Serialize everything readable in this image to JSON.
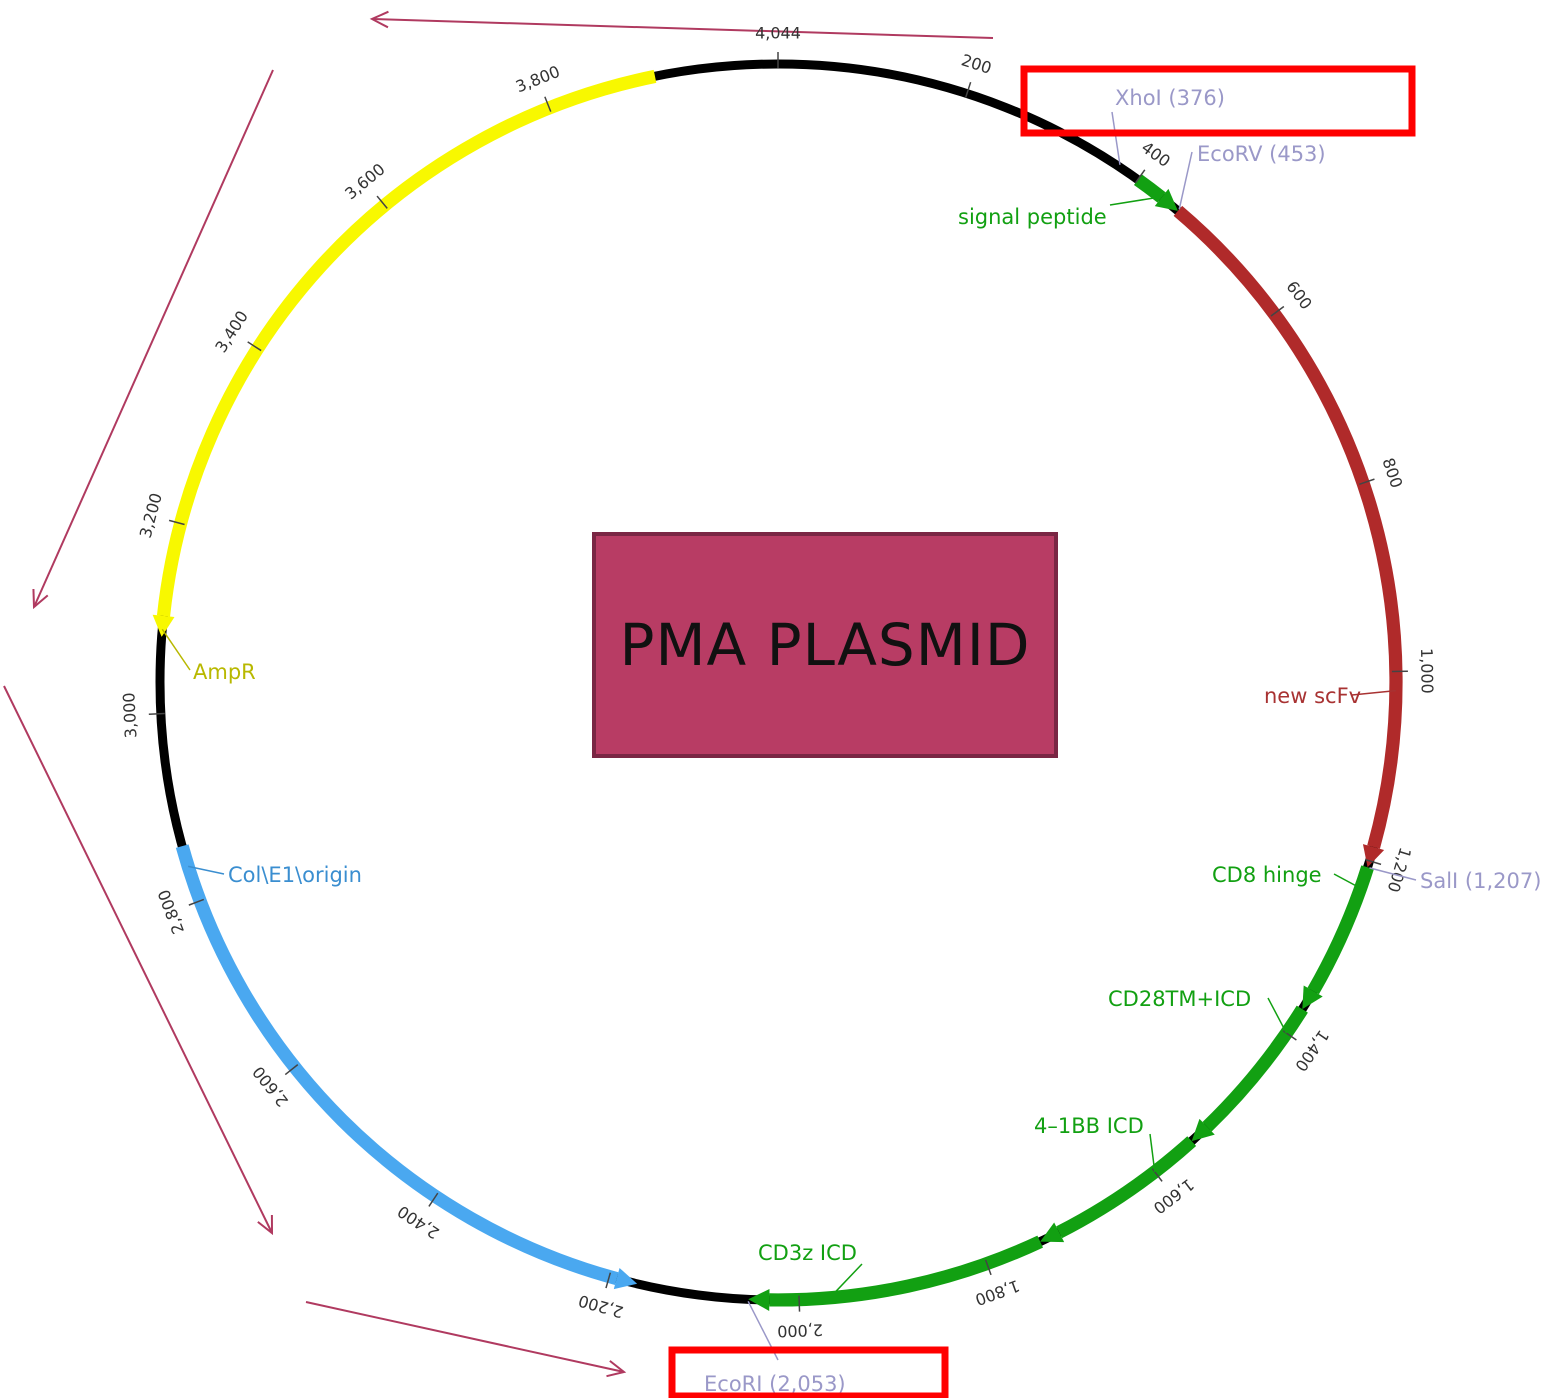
{
  "plasmid": {
    "title": "PMA PLASMID",
    "length": 4044,
    "backbone_color": "#000000",
    "features": [
      {
        "name": "signal peptide",
        "start": 400,
        "end": 453,
        "color": "#12a012",
        "direction": "forward"
      },
      {
        "name": "new scFv",
        "start": 453,
        "end": 1207,
        "color": "#b02a2a",
        "direction": "forward"
      },
      {
        "name": "CD8 hinge",
        "start": 1207,
        "end": 1370,
        "color": "#12a012",
        "direction": "forward"
      },
      {
        "name": "CD28TM+ICD",
        "start": 1370,
        "end": 1550,
        "color": "#12a012",
        "direction": "forward"
      },
      {
        "name": "4-1BB ICD",
        "start": 1550,
        "end": 1740,
        "color": "#12a012",
        "direction": "forward"
      },
      {
        "name": "CD3z ICD",
        "start": 1740,
        "end": 2053,
        "color": "#12a012",
        "direction": "forward"
      },
      {
        "name": "Col\\E1\\origin",
        "start": 2170,
        "end": 2860,
        "color": "#4aa8f0",
        "direction": "reverse"
      },
      {
        "name": "AmpR",
        "start": 3080,
        "end": 3915,
        "color": "#f8f800",
        "direction": "reverse"
      }
    ],
    "feature_labels": [
      {
        "name": "signal peptide",
        "color": "#12a012"
      },
      {
        "name": "new scFv",
        "color": "#a83232"
      },
      {
        "name": "CD8 hinge",
        "color": "#12a012"
      },
      {
        "name": "CD28TM+ICD",
        "color": "#12a012"
      },
      {
        "name": "4–1BB ICD",
        "color": "#12a012"
      },
      {
        "name": "CD3z ICD",
        "color": "#12a012"
      },
      {
        "name": "Col\\E1\\origin",
        "color": "#3a8ed0"
      },
      {
        "name": "AmpR",
        "color": "#b8b800"
      }
    ],
    "sites": [
      {
        "label": "XhoI (376)",
        "position": 376
      },
      {
        "label": "EcoRV (453)",
        "position": 453
      },
      {
        "label": "SalI (1,207)",
        "position": 1207
      },
      {
        "label": "EcoRI (2,053)",
        "position": 2053
      }
    ],
    "ticks": [
      {
        "position": 4044,
        "label": "4,044"
      },
      {
        "position": 200,
        "label": "200"
      },
      {
        "position": 400,
        "label": "400"
      },
      {
        "position": 600,
        "label": "600"
      },
      {
        "position": 800,
        "label": "800"
      },
      {
        "position": 1000,
        "label": "1,000"
      },
      {
        "position": 1200,
        "label": "1,200"
      },
      {
        "position": 1400,
        "label": "1,400"
      },
      {
        "position": 1600,
        "label": "1,600"
      },
      {
        "position": 1800,
        "label": "1,800"
      },
      {
        "position": 2000,
        "label": "2,000"
      },
      {
        "position": 2200,
        "label": "2,200"
      },
      {
        "position": 2400,
        "label": "2,400"
      },
      {
        "position": 2600,
        "label": "2,600"
      },
      {
        "position": 2800,
        "label": "2,800"
      },
      {
        "position": 3000,
        "label": "3,000"
      },
      {
        "position": 3200,
        "label": "3,200"
      },
      {
        "position": 3400,
        "label": "3,400"
      },
      {
        "position": 3600,
        "label": "3,600"
      },
      {
        "position": 3800,
        "label": "3,800"
      }
    ],
    "highlight_color": "#ff0000",
    "arrow_color": "#b03a60"
  }
}
